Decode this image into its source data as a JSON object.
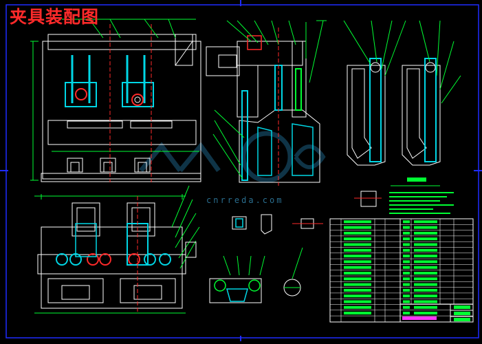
{
  "drawing": {
    "title": "夹具装配图",
    "watermark": {
      "text": "cnrreda.com",
      "color": "#2a6e8f"
    },
    "colors": {
      "background": "#000000",
      "frame": "#1f2cff",
      "outline": "#ffffff",
      "dimension": "#00ff33",
      "section": "#ff2a2a",
      "cyan": "#00d7e6",
      "yellow": "#e6e600",
      "magenta": "#ff33ff"
    },
    "icons": [
      "fixture-front-view",
      "fixture-side-section",
      "fixture-plan-view",
      "detail-sections",
      "parts-list",
      "title-block"
    ]
  }
}
